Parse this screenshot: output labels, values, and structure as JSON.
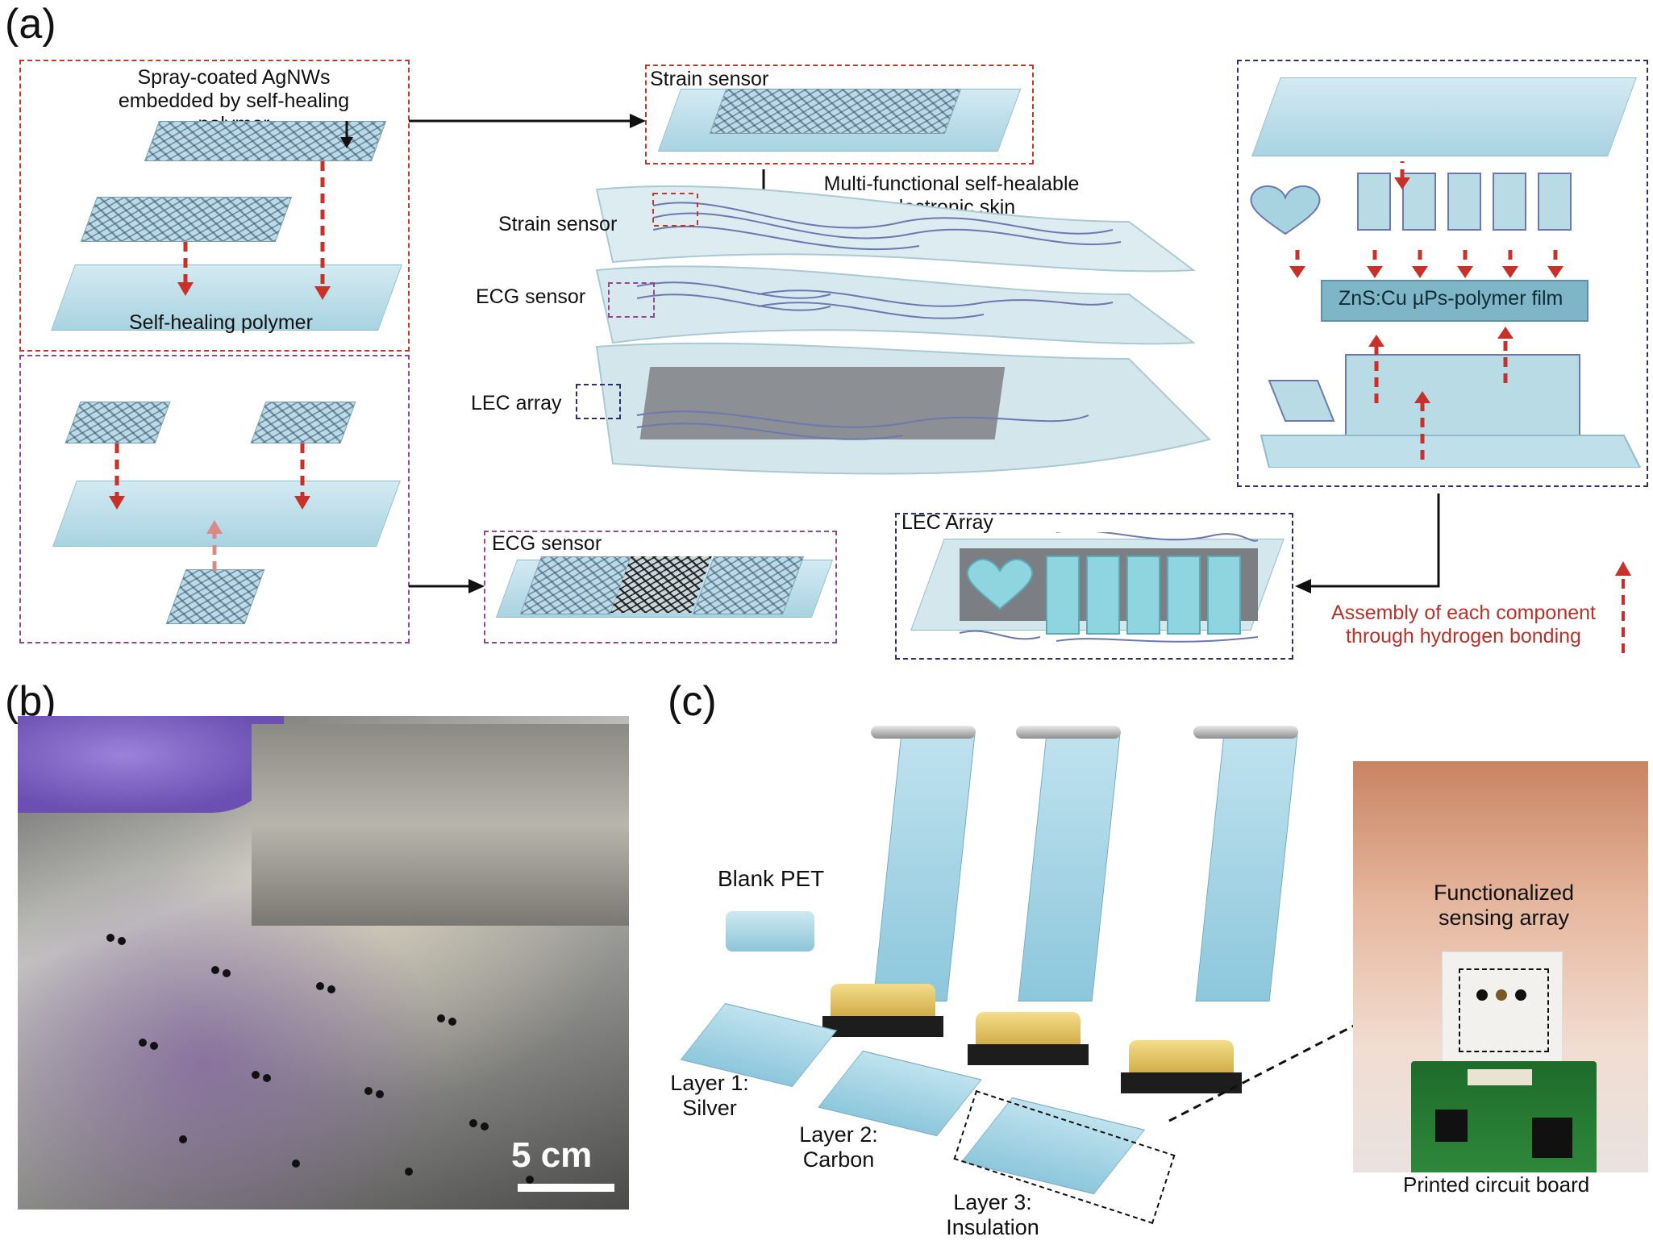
{
  "panels": {
    "a": "(a)",
    "b": "(b)",
    "c": "(c)"
  },
  "panel_a": {
    "strain_box_top": "Spray-coated AgNWs\nembedded by self-healing polymer",
    "strain_box_bottom": "Self-healing polymer",
    "strain_sensor_title": "Strain sensor",
    "skin_title": "Multi-functional self-healable\nelectronic skin",
    "skin_labels": [
      "Strain sensor",
      "ECG sensor",
      "LEC array"
    ],
    "ecg_sensor_title": "ECG sensor",
    "lec_array_title": "LEC Array",
    "lec_film_label": "ZnS:Cu µPs-polymer film",
    "legend": "Assembly of each component\nthrough hydrogen bonding"
  },
  "panel_b": {
    "scale_bar": "5 cm"
  },
  "panel_c": {
    "blank_pet": "Blank PET",
    "layers": [
      "Layer 1:\nSilver",
      "Layer 2:\nCarbon",
      "Layer 3:\nInsulation"
    ],
    "array_label": "Functionalized\nsensing array",
    "pcb_label": "Printed circuit board"
  },
  "colors": {
    "red_dash": "#c0392b",
    "purple_dash": "#8e4a8e",
    "navy_dash": "#2c2f6b",
    "arrow_red": "#c8302a",
    "film": "#a9d3e1"
  }
}
